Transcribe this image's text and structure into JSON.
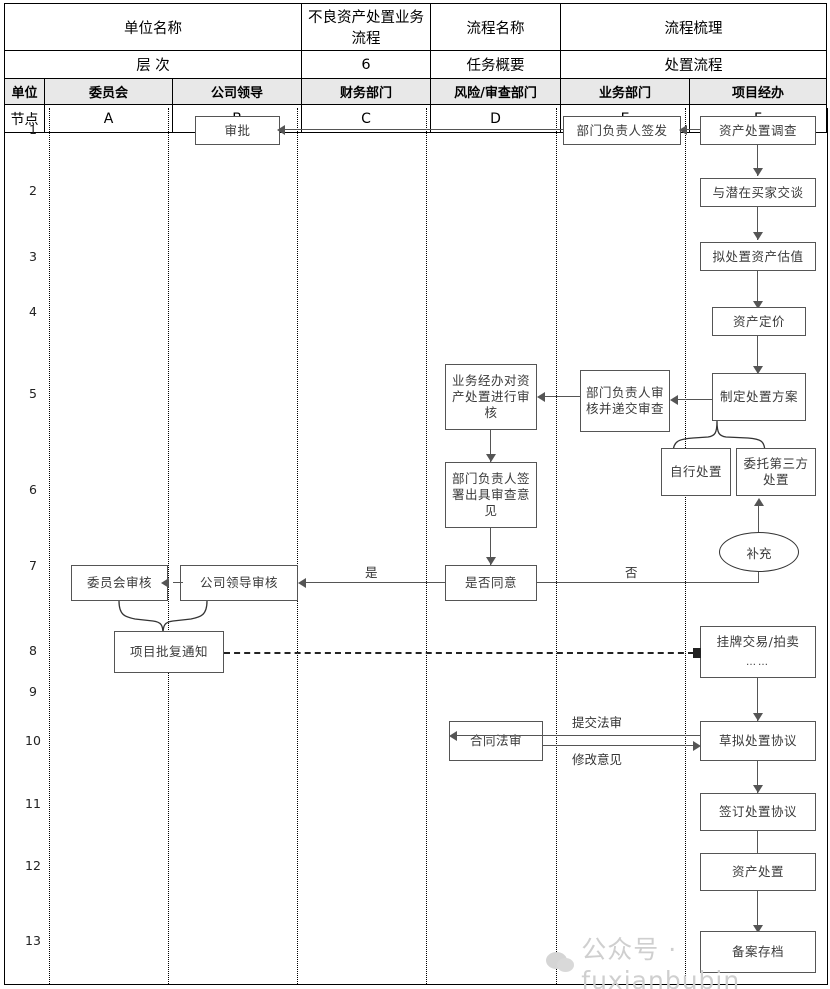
{
  "header": {
    "row1": [
      {
        "label": "单位名称"
      },
      {
        "label": "不良资产处置业务流程"
      },
      {
        "label": "流程名称"
      },
      {
        "label": "流程梳理"
      }
    ],
    "row2": [
      {
        "label": "层    次"
      },
      {
        "label": "6"
      },
      {
        "label": "任务概要"
      },
      {
        "label": "处置流程"
      }
    ],
    "unit_label": "单位",
    "node_label": "节点",
    "departments": [
      "委员会",
      "公司领导",
      "财务部门",
      "风险/审查部门",
      "业务部门",
      "项目经办"
    ],
    "node_codes": [
      "A",
      "B",
      "C",
      "D",
      "E",
      "F"
    ]
  },
  "row_numbers": [
    "1",
    "2",
    "3",
    "4",
    "5",
    "6",
    "7",
    "8",
    "9",
    "10",
    "11",
    "12",
    "13"
  ],
  "chart_data": {
    "type": "diagram",
    "title": "不良资产处置业务流程",
    "lanes": [
      "委员会",
      "公司领导",
      "财务部门",
      "风险/审查部门",
      "业务部门",
      "项目经办"
    ],
    "nodes": [
      {
        "id": "n1",
        "text": "审批",
        "lane": "公司领导",
        "row": 1,
        "shape": "rect"
      },
      {
        "id": "n2",
        "text": "部门负责人签发",
        "lane": "业务部门",
        "row": 1,
        "shape": "rect"
      },
      {
        "id": "n3",
        "text": "资产处置调查",
        "lane": "项目经办",
        "row": 1,
        "shape": "rect"
      },
      {
        "id": "n4",
        "text": "与潜在买家交谈",
        "lane": "项目经办",
        "row": 2,
        "shape": "rect"
      },
      {
        "id": "n5",
        "text": "拟处置资产估值",
        "lane": "项目经办",
        "row": 3,
        "shape": "rect"
      },
      {
        "id": "n6",
        "text": "资产定价",
        "lane": "项目经办",
        "row": 4,
        "shape": "rect"
      },
      {
        "id": "n7",
        "text": "制定处置方案",
        "lane": "项目经办",
        "row": 5,
        "shape": "rect"
      },
      {
        "id": "n8",
        "text": "自行处置",
        "lane": "项目经办",
        "row": 6,
        "shape": "rect"
      },
      {
        "id": "n9",
        "text": "委托第三方处置",
        "lane": "项目经办",
        "row": 6,
        "shape": "rect"
      },
      {
        "id": "n10",
        "text": "部门负责人审核并递交审查",
        "lane": "业务部门",
        "row": 5,
        "shape": "rect"
      },
      {
        "id": "n11",
        "text": "业务经办对资产处置进行审核",
        "lane": "风险/审查部门",
        "row": 5,
        "shape": "rect"
      },
      {
        "id": "n12",
        "text": "部门负责人签署出具审查意见",
        "lane": "风险/审查部门",
        "row": 6,
        "shape": "rect"
      },
      {
        "id": "n13",
        "text": "是否同意",
        "lane": "风险/审查部门",
        "row": 7,
        "shape": "decision"
      },
      {
        "id": "n14",
        "text": "补充",
        "lane": "项目经办",
        "row": 7,
        "shape": "ellipse"
      },
      {
        "id": "n15",
        "text": "委员会审核",
        "lane": "委员会",
        "row": 7,
        "shape": "rect"
      },
      {
        "id": "n16",
        "text": "公司领导审核",
        "lane": "公司领导",
        "row": 7,
        "shape": "rect"
      },
      {
        "id": "n17",
        "text": "项目批复通知",
        "lane": "公司领导",
        "row": 8,
        "shape": "rect"
      },
      {
        "id": "n18",
        "text": "挂牌交易/拍卖\n……",
        "lane": "项目经办",
        "row": 8,
        "shape": "rect"
      },
      {
        "id": "n19",
        "text": "合同法审",
        "lane": "风险/审查部门",
        "row": 10,
        "shape": "rect"
      },
      {
        "id": "n20",
        "text": "草拟处置协议",
        "lane": "项目经办",
        "row": 10,
        "shape": "rect"
      },
      {
        "id": "n21",
        "text": "签订处置协议",
        "lane": "项目经办",
        "row": 11,
        "shape": "rect"
      },
      {
        "id": "n22",
        "text": "资产处置",
        "lane": "项目经办",
        "row": 12,
        "shape": "rect"
      },
      {
        "id": "n23",
        "text": "备案存档",
        "lane": "项目经办",
        "row": 13,
        "shape": "rect"
      }
    ],
    "edges": [
      {
        "from": "n3",
        "to": "n2",
        "style": "solid",
        "label": ""
      },
      {
        "from": "n2",
        "to": "n1",
        "style": "solid",
        "label": ""
      },
      {
        "from": "n3",
        "to": "n4",
        "style": "solid",
        "label": ""
      },
      {
        "from": "n4",
        "to": "n5",
        "style": "solid",
        "label": ""
      },
      {
        "from": "n5",
        "to": "n6",
        "style": "solid",
        "label": ""
      },
      {
        "from": "n6",
        "to": "n7",
        "style": "solid",
        "label": ""
      },
      {
        "from": "n7",
        "to": "n10",
        "style": "solid",
        "label": ""
      },
      {
        "from": "n10",
        "to": "n11",
        "style": "solid",
        "label": ""
      },
      {
        "from": "n11",
        "to": "n12",
        "style": "solid",
        "label": ""
      },
      {
        "from": "n12",
        "to": "n13",
        "style": "solid",
        "label": ""
      },
      {
        "from": "n7",
        "to": "n8",
        "style": "brace",
        "label": ""
      },
      {
        "from": "n7",
        "to": "n9",
        "style": "brace",
        "label": ""
      },
      {
        "from": "n13",
        "to": "n16",
        "style": "solid",
        "label": "是"
      },
      {
        "from": "n13",
        "to": "n14",
        "style": "solid",
        "label": "否"
      },
      {
        "from": "n14",
        "to": "n9",
        "style": "solid",
        "label": ""
      },
      {
        "from": "n16",
        "to": "n15",
        "style": "solid",
        "label": ""
      },
      {
        "from": "n15",
        "to": "n17",
        "style": "brace",
        "label": ""
      },
      {
        "from": "n16",
        "to": "n17",
        "style": "brace",
        "label": ""
      },
      {
        "from": "n17",
        "to": "n18",
        "style": "dashed",
        "label": ""
      },
      {
        "from": "n18",
        "to": "n20",
        "style": "solid",
        "label": ""
      },
      {
        "from": "n20",
        "to": "n19",
        "style": "solid",
        "label": "提交法审"
      },
      {
        "from": "n19",
        "to": "n20",
        "style": "solid",
        "label": "修改意见"
      },
      {
        "from": "n20",
        "to": "n21",
        "style": "solid",
        "label": ""
      },
      {
        "from": "n21",
        "to": "n22",
        "style": "solid",
        "label": ""
      },
      {
        "from": "n22",
        "to": "n23",
        "style": "solid",
        "label": ""
      }
    ],
    "edge_labels": [
      "是",
      "否",
      "提交法审",
      "修改意见"
    ]
  },
  "boxes": {
    "approve": "审批",
    "dept_head_issue": "部门负责人签发",
    "asset_survey": "资产处置调查",
    "talk_buyers": "与潜在买家交谈",
    "valuation": "拟处置资产估值",
    "pricing": "资产定价",
    "plan": "制定处置方案",
    "self_dispose": "自行处置",
    "third_party": "委托第三方处置",
    "dept_review_submit": "部门负责人审核并递交审查",
    "biz_review": "业务经办对资产处置进行审核",
    "dept_sign_opinion": "部门负责人签署出具审查意见",
    "agree_decision": "是否同意",
    "supplement": "补充",
    "committee_review": "委员会审核",
    "leader_review": "公司领导审核",
    "project_notice": "项目批复通知",
    "listing_auction_l1": "挂牌交易/拍卖",
    "listing_auction_l2": "……",
    "contract_legal": "合同法审",
    "draft_agreement": "草拟处置协议",
    "sign_agreement": "签订处置协议",
    "asset_disposal": "资产处置",
    "archive": "备案存档"
  },
  "labels": {
    "yes": "是",
    "no": "否",
    "submit_legal": "提交法审",
    "revise_opinion": "修改意见"
  },
  "watermark": {
    "text": "公众号 · fuxianbubin"
  }
}
